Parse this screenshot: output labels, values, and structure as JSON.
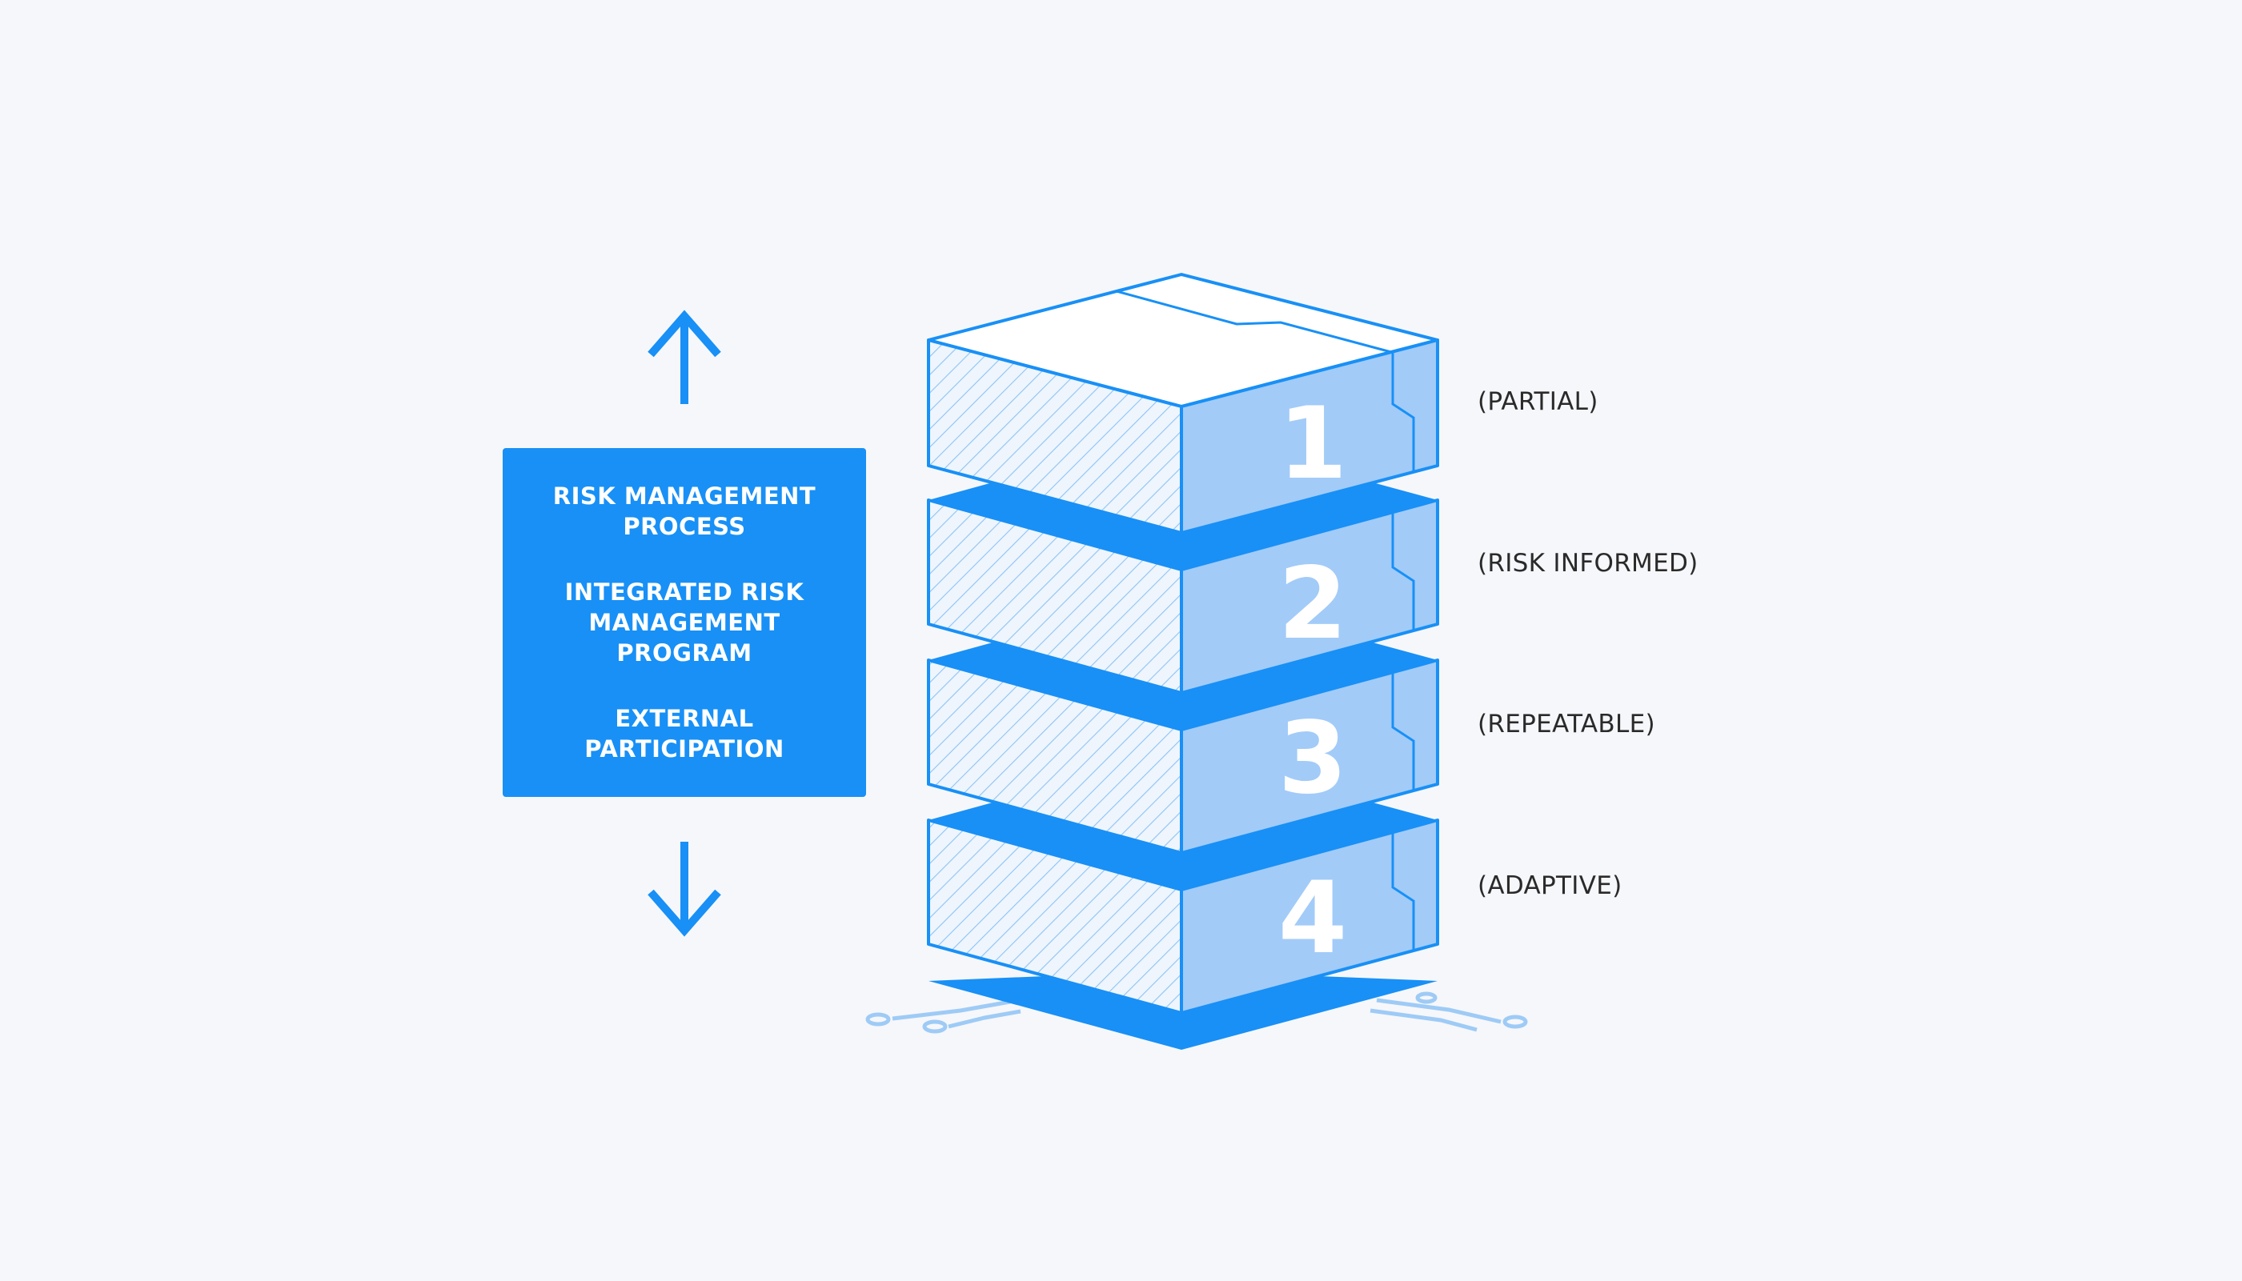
{
  "process_box": {
    "items": [
      "RISK MANAGEMENT PROCESS",
      "INTEGRATED RISK MANAGEMENT PROGRAM",
      "EXTERNAL PARTICIPATION"
    ]
  },
  "tiers": [
    {
      "number": "1",
      "label": "(PARTIAL)"
    },
    {
      "number": "2",
      "label": "(RISK INFORMED)"
    },
    {
      "number": "3",
      "label": "(REPEATABLE)"
    },
    {
      "number": "4",
      "label": "(ADAPTIVE)"
    }
  ],
  "colors": {
    "accent": "#1890f6",
    "face_light": "#a2cbf8",
    "background": "#f6f7fb",
    "text": "#2a2a2a"
  },
  "icons": {
    "up": "arrow-up-icon",
    "down": "arrow-down-icon"
  }
}
